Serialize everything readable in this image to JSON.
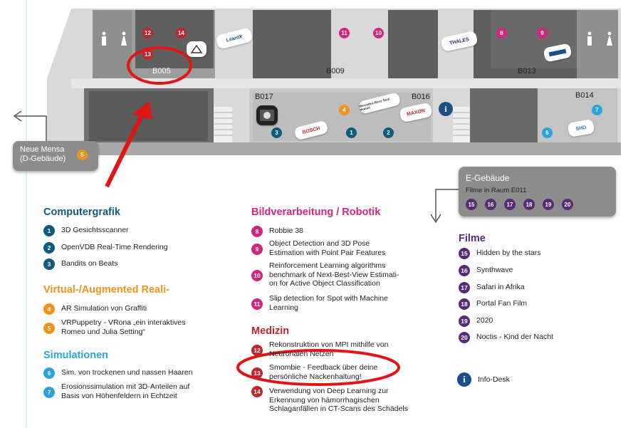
{
  "colors": {
    "blue_dark": "#0e5a80",
    "orange": "#f0931e",
    "blue_light": "#2aa3dc",
    "magenta": "#d3257e",
    "red": "#c4232a",
    "purple": "#5a2a7a",
    "highlight": "#e01515"
  },
  "rooms": [
    "B005",
    "B009",
    "B013",
    "B017",
    "B016",
    "B014"
  ],
  "map_pins": [
    "12",
    "14",
    "13",
    "11",
    "10",
    "8",
    "9",
    "4",
    "3",
    "1",
    "2",
    "7",
    "6"
  ],
  "logos": {
    "leanix": "LeanIX",
    "thales": "THALES",
    "shd": "SHD",
    "bosch": "BOSCH",
    "maxon": "MAXON",
    "mercedes": "Mercedes-Benz Tech Motion"
  },
  "icons": [
    "restroom-icon",
    "info-icon",
    "arrow-left-icon",
    "arrow-down-icon"
  ],
  "neue_mensa": {
    "line1": "Neue Mensa",
    "line2": "(D-Gebäude)",
    "num": "5"
  },
  "e_gebaeude": {
    "title": "E-Gebäude",
    "subtitle": "Filme in Raum E011",
    "nums": [
      "15",
      "16",
      "17",
      "18",
      "19",
      "20"
    ]
  },
  "legend": {
    "computergrafik": {
      "title": "Computergrafik",
      "items": [
        {
          "num": "1",
          "label": "3D Gesichtsscanner"
        },
        {
          "num": "2",
          "label": "OpenVDB Real-Time Rendering"
        },
        {
          "num": "3",
          "label": "Bandits on Beats"
        }
      ]
    },
    "vr": {
      "title": "Virtual-/Augmented Reali-",
      "items": [
        {
          "num": "4",
          "label": "AR Simulation von Graffiti"
        },
        {
          "num": "5",
          "label": "VRPuppetry - VRona „ein interaktives\nRomeo und Julia Setting“"
        }
      ]
    },
    "simulationen": {
      "title": "Simulationen",
      "items": [
        {
          "num": "6",
          "label": "Sim. von trockenen und nassen Haaren"
        },
        {
          "num": "7",
          "label": "Erosionssimulation mit 3D-Anteilen auf\nBasis von Höhenfeldern in Echtzeit"
        }
      ]
    },
    "bildverarbeitung": {
      "title": "Bildverarbeitung / Robotik",
      "items": [
        {
          "num": "8",
          "label": "Robbie 38"
        },
        {
          "num": "9",
          "label": "Object Detection and 3D Pose\nEstimation with Point Pair Features"
        },
        {
          "num": "10",
          "label": "Reinforcement Learning algorithms\nbenchmark of Next-Best-View Estimati-\non for Active Object Classification"
        },
        {
          "num": "11",
          "label": "Slip detection for Spot with Machine\nLearning"
        }
      ]
    },
    "medizin": {
      "title": "Medizin",
      "items": [
        {
          "num": "12",
          "label": "Rekonstruktion von MPI mithilfe von\nNeuronalen Netzen"
        },
        {
          "num": "13",
          "label": "Smombie - Feedback über deine\npersönliche Nackenhaltung!"
        },
        {
          "num": "14",
          "label": "Verwendung von Deep Learning zur\nErkennung von hämorrhagischen\nSchlaganfällen in CT-Scans des Schädels"
        }
      ]
    },
    "filme": {
      "title": "Filme",
      "items": [
        {
          "num": "15",
          "label": "Hidden by the stars"
        },
        {
          "num": "16",
          "label": "Synthwave"
        },
        {
          "num": "17",
          "label": "Safari in Afrika"
        },
        {
          "num": "18",
          "label": "Portal Fan Film"
        },
        {
          "num": "19",
          "label": "2020"
        },
        {
          "num": "20",
          "label": "Noctis - Kind der Nacht"
        }
      ]
    },
    "info": {
      "label": "Info-Desk",
      "glyph": "i"
    }
  }
}
